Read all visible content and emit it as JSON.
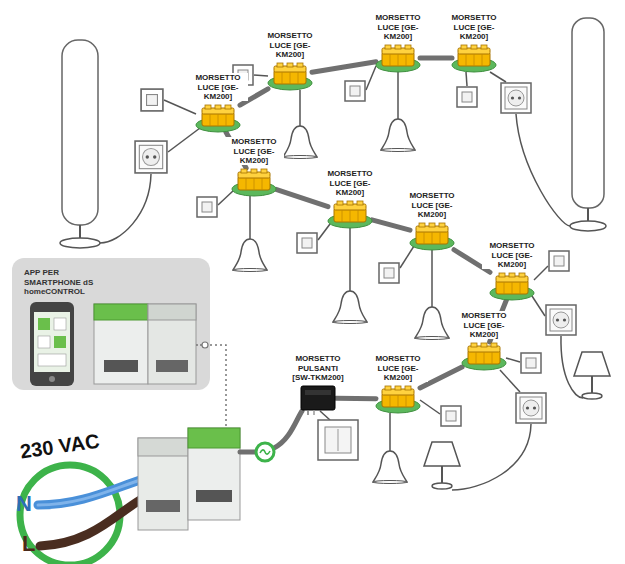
{
  "diagram": {
    "nodes": [
      {
        "text": [
          "MORSETTO LUCE [GE-KM200]"
        ]
      },
      {
        "text": [
          "MORSETTO LUCE [GE-KM200]"
        ]
      },
      {
        "text": [
          "MORSETTO LUCE [GE-KM200]"
        ]
      },
      {
        "text": [
          "MORSETTO LUCE [GE-KM200]"
        ]
      },
      {
        "text": [
          "MORSETTO LUCE [GE-KM200]"
        ]
      },
      {
        "text": [
          "MORSETTO LUCE [GE-KM200]"
        ]
      },
      {
        "text": [
          "MORSETTO LUCE [GE-KM200]"
        ]
      },
      {
        "text": [
          "MORSETTO LUCE [GE-KM200]"
        ]
      },
      {
        "text": [
          "MORSETTO LUCE [GE-KM200]"
        ]
      },
      {
        "text": [
          "MORSETTO LUCE [GE-KM200]"
        ]
      },
      {
        "text": [
          "MORSETTO PULSANTI [SW-TKM200]"
        ]
      },
      {
        "text": [
          "APP PER SMARTPHONE dS homeCONTROL"
        ]
      }
    ],
    "edges": [
      {
        "from": 10,
        "to": 9,
        "arrow": "none"
      },
      {
        "from": 9,
        "to": 8,
        "arrow": "none"
      },
      {
        "from": 8,
        "to": 7,
        "arrow": "none"
      },
      {
        "from": 7,
        "to": 6,
        "arrow": "none"
      },
      {
        "from": 6,
        "to": 5,
        "arrow": "none"
      },
      {
        "from": 5,
        "to": 4,
        "arrow": "none"
      },
      {
        "from": 4,
        "to": 0,
        "arrow": "none"
      },
      {
        "from": 0,
        "to": 1,
        "arrow": "none"
      },
      {
        "from": 1,
        "to": 2,
        "arrow": "none"
      },
      {
        "from": 2,
        "to": 3,
        "arrow": "none"
      }
    ],
    "labels": [
      "230 VAC",
      "N",
      "L"
    ]
  }
}
